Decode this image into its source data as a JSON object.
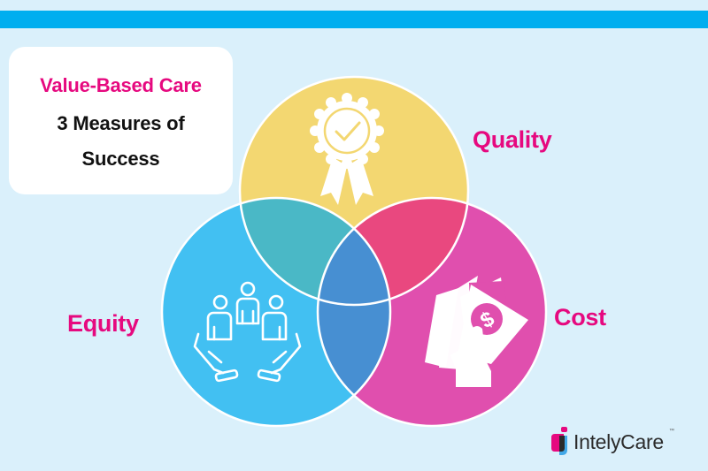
{
  "header_bar": {
    "color": "#00AEEF"
  },
  "title_box": {
    "line1": "Value-Based Care",
    "line2": "3 Measures of",
    "line3": "Success"
  },
  "venn": {
    "circles": [
      {
        "name": "Quality",
        "color": "#F3D771",
        "icon": "award-ribbon-checkmark-icon"
      },
      {
        "name": "Equity",
        "color": "#42C0F2",
        "icon": "hands-holding-people-icon"
      },
      {
        "name": "Cost",
        "color": "#E04FAE",
        "icon": "hand-holding-money-icon"
      }
    ],
    "overlaps": {
      "quality_equity": "#4AB8C6",
      "quality_cost": "#E9487F",
      "equity_cost": "#478FD2",
      "all_three": "#478FD2"
    }
  },
  "labels": {
    "quality": "Quality",
    "equity": "Equity",
    "cost": "Cost"
  },
  "logo": {
    "text": "IntelyCare",
    "trademark": "™",
    "colors": {
      "pink": "#E6097F",
      "dark": "#2B2B2B",
      "blue": "#42A8E8"
    }
  }
}
